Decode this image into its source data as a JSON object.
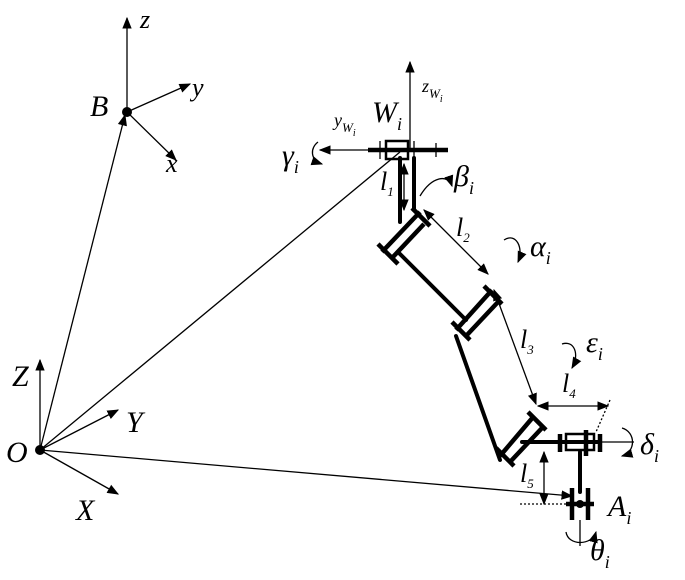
{
  "frames": {
    "base_origin": "O",
    "base_axes": {
      "x": "X",
      "y": "Y",
      "z": "Z"
    },
    "platform_origin": "B",
    "platform_axes": {
      "x": "x",
      "y": "y",
      "z": "z"
    },
    "wrist_point": "W",
    "wrist_index": "i",
    "wrist_axes": {
      "y": "y",
      "z": "z",
      "sub": "W",
      "subsub": "i"
    },
    "anchor_point": "A",
    "anchor_index": "i"
  },
  "links": [
    {
      "symbol": "l",
      "index": "1"
    },
    {
      "symbol": "l",
      "index": "2"
    },
    {
      "symbol": "l",
      "index": "3"
    },
    {
      "symbol": "l",
      "index": "4"
    },
    {
      "symbol": "l",
      "index": "5"
    }
  ],
  "angles": [
    {
      "symbol": "γ",
      "index": "i"
    },
    {
      "symbol": "β",
      "index": "i"
    },
    {
      "symbol": "α",
      "index": "i"
    },
    {
      "symbol": "ε",
      "index": "i"
    },
    {
      "symbol": "δ",
      "index": "i"
    },
    {
      "symbol": "θ",
      "index": "i"
    }
  ]
}
